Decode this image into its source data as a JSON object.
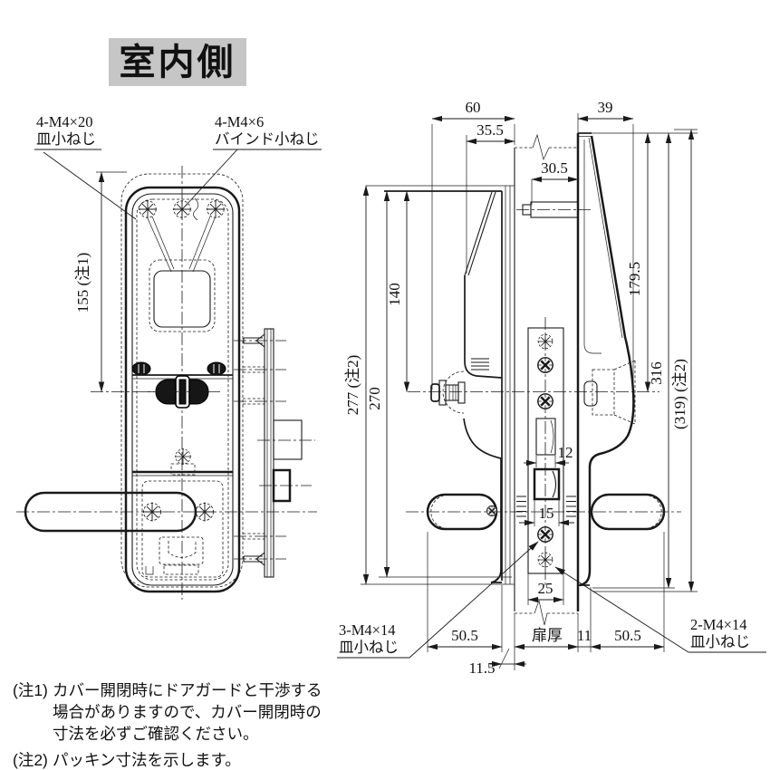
{
  "title": "室内側",
  "front_view": {
    "dim_155": "155 (注1)",
    "label_screw_tl_l1": "4-M4×20",
    "label_screw_tl_l2": "皿小ねじ",
    "label_screw_tc_l1": "4-M4×6",
    "label_screw_tc_l2": "バインド小ねじ"
  },
  "side_view": {
    "dim_60": "60",
    "dim_35_5": "35.5",
    "dim_39": "39",
    "dim_30_5": "30.5",
    "dim_277": "277 (注2)",
    "dim_270": "270",
    "dim_140": "140",
    "dim_179_5": "179.5",
    "dim_316": "316",
    "dim_319": "(319) (注2)",
    "dim_12": "12",
    "dim_15": "15",
    "dim_25": "25",
    "dim_50_5_left": "50.5",
    "dim_11_5": "11.5",
    "dim_door_thickness": "扉厚",
    "dim_11": "11",
    "dim_50_5_right": "50.5",
    "label_screw_bl_l1": "3-M4×14",
    "label_screw_bl_l2": "皿小ねじ",
    "label_screw_br_l1": "2-M4×14",
    "label_screw_br_l2": "皿小ねじ"
  },
  "notes": {
    "note1_tag": "(注1)",
    "note1_line1": "カバー開閉時にドアガードと干渉する",
    "note1_line2": "場合がありますので、カバー開閉時の",
    "note1_line3": "寸法を必ずご確認ください。",
    "note2_tag": "(注2)",
    "note2_line1": "パッキン寸法を示します。"
  }
}
